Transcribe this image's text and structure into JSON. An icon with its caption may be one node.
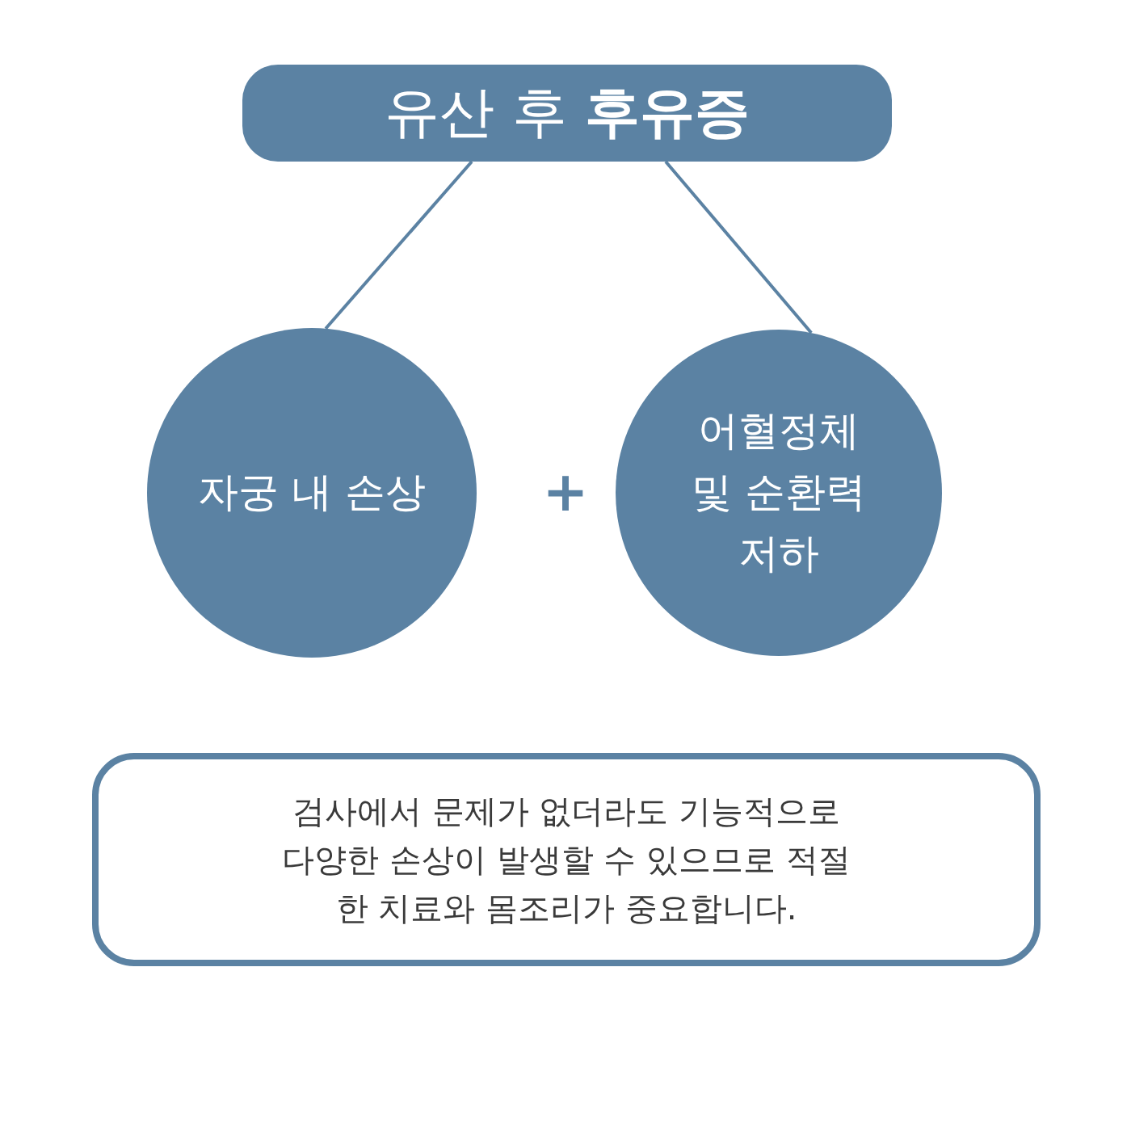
{
  "diagram": {
    "nodes": [
      {
        "text": [
          "유산 후 **후유증**"
        ]
      },
      {
        "text": [
          "자궁 내 손상"
        ]
      },
      {
        "text": [
          "어혈정체 및 순환력 저하"
        ]
      },
      {
        "text": [
          "검사에서 문제가 없더라도 기능적으로 다양한 손상이 발생할 수 있으므로 적절한 치료와 몸조리가 중요합니다."
        ]
      }
    ],
    "edges": [
      {
        "from": 0,
        "to": 1,
        "arrow": "none"
      },
      {
        "from": 0,
        "to": 2,
        "arrow": "none"
      }
    ],
    "labels": [
      "+"
    ]
  }
}
